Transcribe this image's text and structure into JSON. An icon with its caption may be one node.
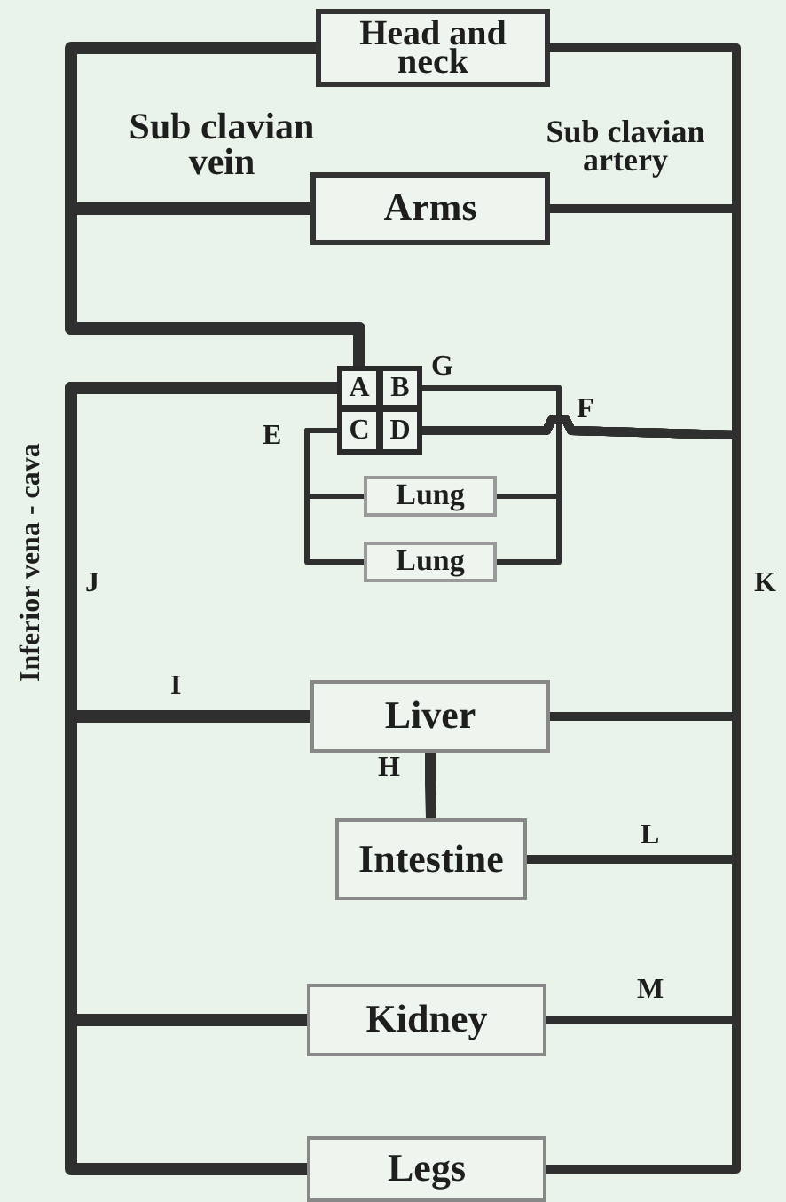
{
  "diagram": {
    "nodes": [
      {
        "text": [
          "Head and neck"
        ]
      },
      {
        "text": [
          "Arms"
        ]
      },
      {
        "text": [
          "A"
        ]
      },
      {
        "text": [
          "B"
        ]
      },
      {
        "text": [
          "C"
        ]
      },
      {
        "text": [
          "D"
        ]
      },
      {
        "text": [
          "Lung"
        ]
      },
      {
        "text": [
          "Lung"
        ]
      },
      {
        "text": [
          "Liver"
        ]
      },
      {
        "text": [
          "Intestine"
        ]
      },
      {
        "text": [
          "Kidney"
        ]
      },
      {
        "text": [
          "Legs"
        ]
      }
    ],
    "edges": [
      {
        "from": 0,
        "to": 2,
        "arrow": "none"
      },
      {
        "from": 1,
        "to": 2,
        "arrow": "none"
      },
      {
        "from": 8,
        "to": 2,
        "arrow": "none"
      },
      {
        "from": 10,
        "to": 2,
        "arrow": "none"
      },
      {
        "from": 11,
        "to": 2,
        "arrow": "none"
      },
      {
        "from": 5,
        "to": 0,
        "arrow": "none"
      },
      {
        "from": 5,
        "to": 1,
        "arrow": "none"
      },
      {
        "from": 5,
        "to": 8,
        "arrow": "none"
      },
      {
        "from": 5,
        "to": 9,
        "arrow": "none"
      },
      {
        "from": 5,
        "to": 10,
        "arrow": "none"
      },
      {
        "from": 5,
        "to": 11,
        "arrow": "none"
      },
      {
        "from": 3,
        "to": 6,
        "arrow": "none"
      },
      {
        "from": 3,
        "to": 7,
        "arrow": "none"
      },
      {
        "from": 6,
        "to": 4,
        "arrow": "none"
      },
      {
        "from": 7,
        "to": 4,
        "arrow": "none"
      },
      {
        "from": 9,
        "to": 8,
        "arrow": "none"
      }
    ],
    "labels": [
      "Sub clavian vein",
      "Sub clavian artery",
      "G",
      "F",
      "E",
      "Inferior vena - cava",
      "J",
      "K",
      "I",
      "H",
      "L",
      "M"
    ]
  }
}
